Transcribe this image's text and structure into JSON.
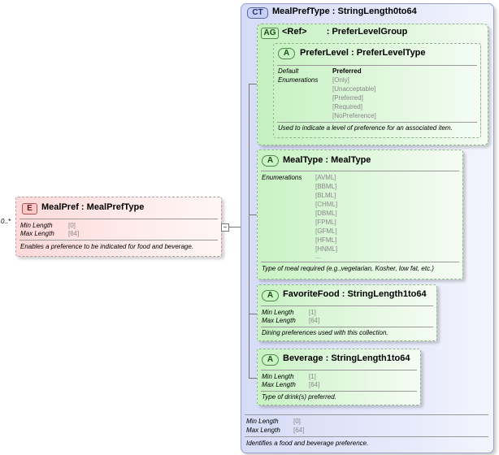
{
  "element": {
    "cardinality": "0..*",
    "badge": "E",
    "name": "MealPref",
    "type": "MealPrefType",
    "min_length_label": "Min Length",
    "min_length_value": "[0]",
    "max_length_label": "Max Length",
    "max_length_value": "[64]",
    "doc": "Enables a preference to be indicated for food and beverage."
  },
  "complex_type": {
    "badge": "CT",
    "name": "MealPrefType",
    "base": "StringLength0to64",
    "min_length_label": "Min Length",
    "min_length_value": "[0]",
    "max_length_label": "Max Length",
    "max_length_value": "[64]",
    "doc": "Identifies a food and beverage preference."
  },
  "attribute_group": {
    "badge": "AG",
    "ref": "<Ref>",
    "name": "PreferLevelGroup",
    "attribute": {
      "badge": "A",
      "name": "PreferLevel",
      "type": "PreferLevelType",
      "default_label": "Default",
      "default_value": "Preferred",
      "enum_label": "Enumerations",
      "enumerations": [
        "[Only]",
        "[Unacceptable]",
        "[Preferred]",
        "[Required]",
        "[NoPreference]"
      ],
      "doc": "Used to indicate a level of preference for an associated item."
    }
  },
  "meal_type": {
    "badge": "A",
    "name": "MealType",
    "type": "MealType",
    "enum_label": "Enumerations",
    "enumerations": [
      "[AVML]",
      "[BBML]",
      "[BLML]",
      "[CHML]",
      "[DBML]",
      "[FPML]",
      "[GFML]",
      "[HFML]",
      "[HNML]",
      "..."
    ],
    "doc": "Type of meal required (e.g.,vegetarian, Kosher, low fat, etc.)"
  },
  "favorite_food": {
    "badge": "A",
    "name": "FavoriteFood",
    "type": "StringLength1to64",
    "min_length_label": "Min Length",
    "min_length_value": "[1]",
    "max_length_label": "Max Length",
    "max_length_value": "[64]",
    "doc": "Dining preferences used with this collection."
  },
  "beverage": {
    "badge": "A",
    "name": "Beverage",
    "type": "StringLength1to64",
    "min_length_label": "Min Length",
    "min_length_value": "[1]",
    "max_length_label": "Max Length",
    "max_length_value": "[64]",
    "doc": "Type of drink(s) preferred."
  },
  "colon": ":"
}
